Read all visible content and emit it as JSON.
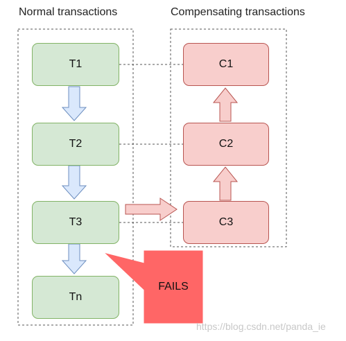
{
  "diagram": {
    "left_title": "Normal transactions",
    "right_title": "Compensating transactions",
    "normal_steps": [
      "T1",
      "T2",
      "T3",
      "Tn"
    ],
    "compensating_steps": [
      "C1",
      "C2",
      "C3"
    ],
    "failure_label": "FAILS",
    "watermark": "https://blog.csdn.net/panda_ie",
    "colors": {
      "normal_fill": "#d5e8d4",
      "normal_stroke": "#82b366",
      "compensating_fill": "#f8cecc",
      "compensating_stroke": "#b85450",
      "down_arrow_fill": "#dae8fc",
      "down_arrow_stroke": "#6c8ebf",
      "failure_fill": "#ff6666"
    }
  }
}
